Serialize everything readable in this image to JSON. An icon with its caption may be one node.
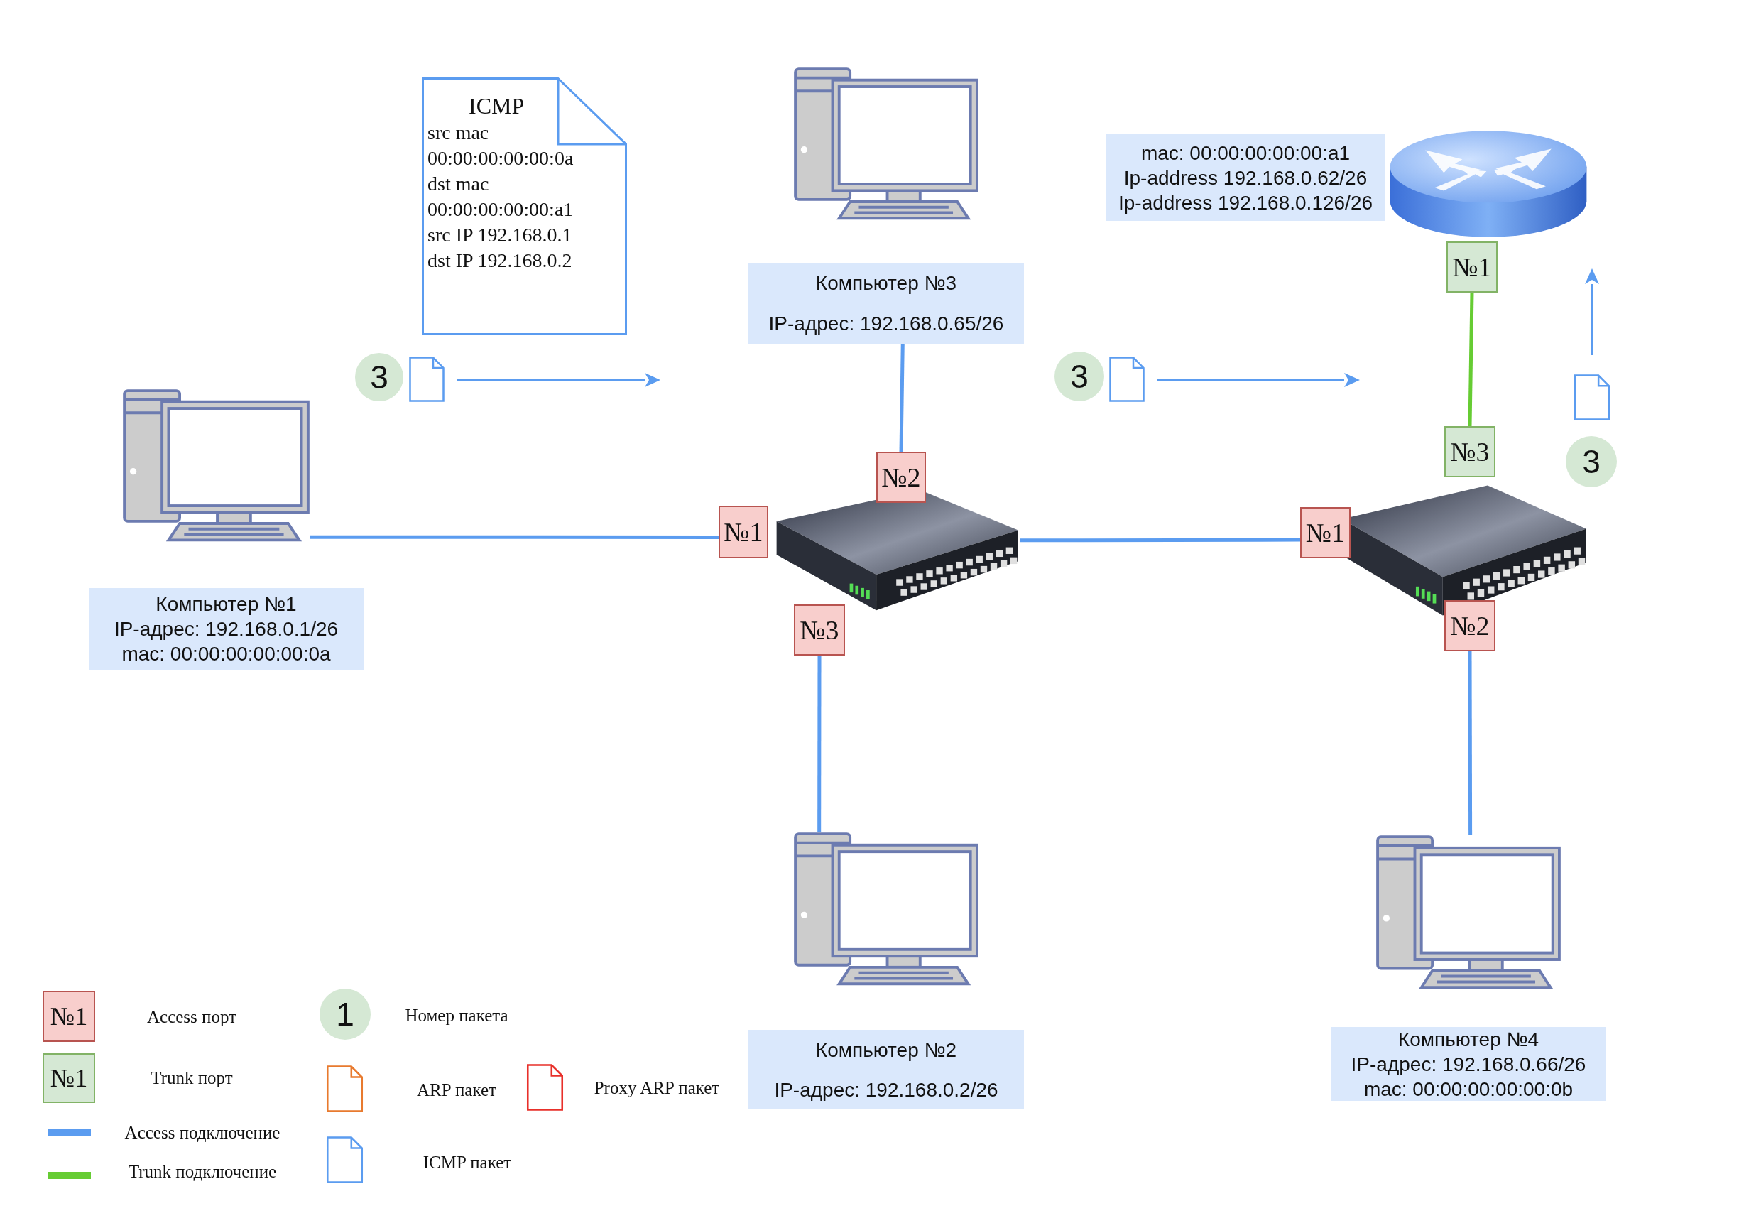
{
  "diagram": {
    "nodes": [
      {
        "text": [
          "ICMP",
          "src mac",
          "00:00:00:00:00:0a",
          "dst mac",
          "00:00:00:00:00:a1",
          "src IP 192.168.0.1",
          "dst IP 192.168.0.2"
        ]
      },
      {
        "text": [],
        "shape": "picture"
      },
      {
        "text": [
          "Компьютер №3",
          "IP-адрес: 192.168.0.65/26"
        ]
      },
      {
        "text": [
          "mac: 00:00:00:00:00:a1",
          "Ip-address 192.168.0.62/26",
          "Ip-address 192.168.0.126/26"
        ]
      },
      {
        "text": [],
        "shape": "picture"
      },
      {
        "text": [
          "№1"
        ]
      },
      {
        "text": [],
        "shape": "picture"
      },
      {
        "text": [
          "№3"
        ]
      },
      {
        "text": [
          "№2"
        ]
      },
      {
        "text": [
          "№1"
        ]
      },
      {
        "text": [],
        "shape": "picture"
      },
      {
        "text": [
          "№1"
        ]
      },
      {
        "text": [],
        "shape": "picture"
      },
      {
        "text": [
          "Компьютер №1",
          "IP-адрес: 192.168.0.1/26",
          "mac: 00:00:00:00:00:0a"
        ]
      },
      {
        "text": [
          "№3"
        ]
      },
      {
        "text": [
          "№2"
        ]
      },
      {
        "text": [],
        "shape": "picture"
      },
      {
        "text": [],
        "shape": "picture"
      },
      {
        "text": [
          "Компьютер №4",
          "IP-адрес: 192.168.0.66/26",
          "mac: 00:00:00:00:00:0b"
        ]
      },
      {
        "text": [
          "Компьютер №2",
          "IP-адрес: 192.168.0.2/26"
        ]
      }
    ],
    "edges": [
      {
        "from": 6,
        "to": 9,
        "arrow": "none"
      },
      {
        "from": 2,
        "to": 8,
        "arrow": "none"
      },
      {
        "from": 14,
        "to": 16,
        "arrow": "none"
      },
      {
        "from": 10,
        "to": 11,
        "arrow": "none"
      },
      {
        "from": 7,
        "to": 5,
        "arrow": "none",
        "color": "#66cc33"
      },
      {
        "from": 15,
        "to": 17,
        "arrow": "none"
      }
    ],
    "labels": [
      "3",
      "3",
      "3",
      "№1",
      "№1",
      "1"
    ],
    "legend": [
      {
        "text": "Access порт",
        "color": "#f8cecc"
      },
      {
        "text": "Trunk порт",
        "color": "#d5e8d4"
      },
      {
        "text": "Access подключение",
        "color": "#5b9cf0"
      },
      {
        "text": "Trunk подключение",
        "color": "#66cc33"
      },
      {
        "text": "Номер пакета"
      },
      {
        "text": "ARP пакет"
      },
      {
        "text": "Proxy ARP пакет"
      },
      {
        "text": "ICMP пакет"
      }
    ]
  }
}
